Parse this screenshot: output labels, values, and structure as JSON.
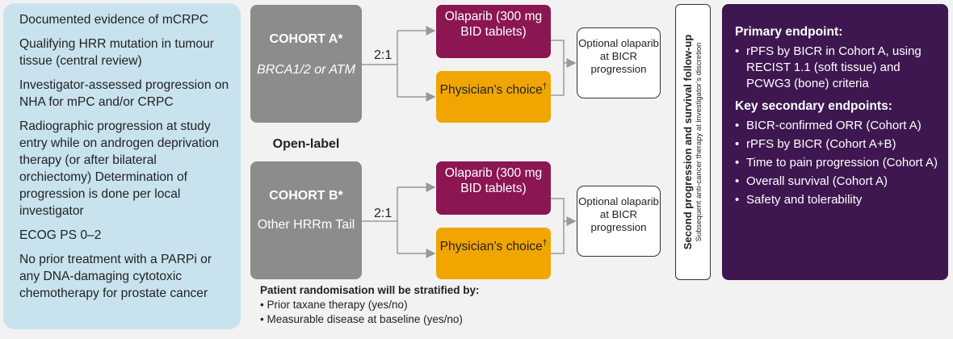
{
  "eligibility": [
    "Documented evidence of mCRPC",
    "Qualifying HRR mutation in tumour tissue (central review)",
    "Investigator-assessed progression on NHA for mPC and/or CRPC",
    "Radiographic progression at study entry while on androgen deprivation therapy (or after bilateral orchiectomy) Determination of progression is done per local investigator",
    "ECOG PS 0–2",
    "No prior treatment with a PARPi or any DNA-damaging cytotoxic chemotherapy for prostate cancer"
  ],
  "cohortA": {
    "title": "COHORT A*",
    "subtitle": "BRCA1/2 or ATM"
  },
  "cohortB": {
    "title": "COHORT B*",
    "subtitle": "Other HRRm Tail"
  },
  "open_label": "Open-label",
  "ratio": "2:1",
  "arm_olaparib": "Olaparib (300 mg BID tablets)",
  "arm_physician": "Physician’s choice",
  "dagger": "†",
  "optional": "Optional olaparib at BICR progression",
  "followup": {
    "main": "Second progression and survival follow-up",
    "small": "Subsequent anti-cancer therapy at investigator’s discretion"
  },
  "endpoints": {
    "primary_head": "Primary endpoint:",
    "primary": [
      "rPFS by BICR in Cohort A, using RECIST 1.1 (soft tissue) and PCWG3 (bone) criteria"
    ],
    "secondary_head": "Key secondary endpoints:",
    "secondary": [
      "BICR-confirmed ORR (Cohort A)",
      "rPFS by BICR (Cohort A+B)",
      "Time to pain progression (Cohort A)",
      "Overall survival (Cohort A)",
      "Safety and tolerability"
    ]
  },
  "stratification": {
    "head": "Patient randomisation will be stratified by:",
    "items": [
      "• Prior taxane therapy (yes/no)",
      "• Measurable disease at baseline (yes/no)"
    ]
  }
}
